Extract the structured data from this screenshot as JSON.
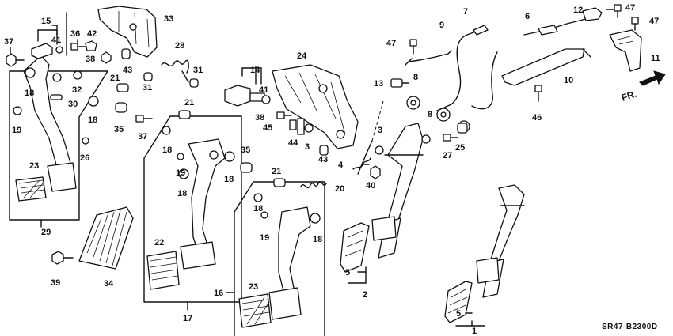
{
  "diagram": {
    "diagram_code": "SR47-B2300D",
    "direction_label": "FR.",
    "part_numbers": [
      "1",
      "2",
      "3",
      "3",
      "4",
      "5",
      "5",
      "6",
      "7",
      "8",
      "8",
      "9",
      "10",
      "11",
      "12",
      "13",
      "14",
      "15",
      "16",
      "17",
      "18",
      "18",
      "18",
      "18",
      "18",
      "18",
      "18",
      "19",
      "19",
      "19",
      "20",
      "21",
      "21",
      "21",
      "22",
      "23",
      "23",
      "24",
      "25",
      "26",
      "27",
      "28",
      "29",
      "30",
      "31",
      "31",
      "32",
      "33",
      "34",
      "35",
      "35",
      "36",
      "37",
      "37",
      "38",
      "38",
      "39",
      "40",
      "41",
      "41",
      "42",
      "43",
      "43",
      "44",
      "45",
      "46",
      "47",
      "47",
      "47"
    ]
  }
}
